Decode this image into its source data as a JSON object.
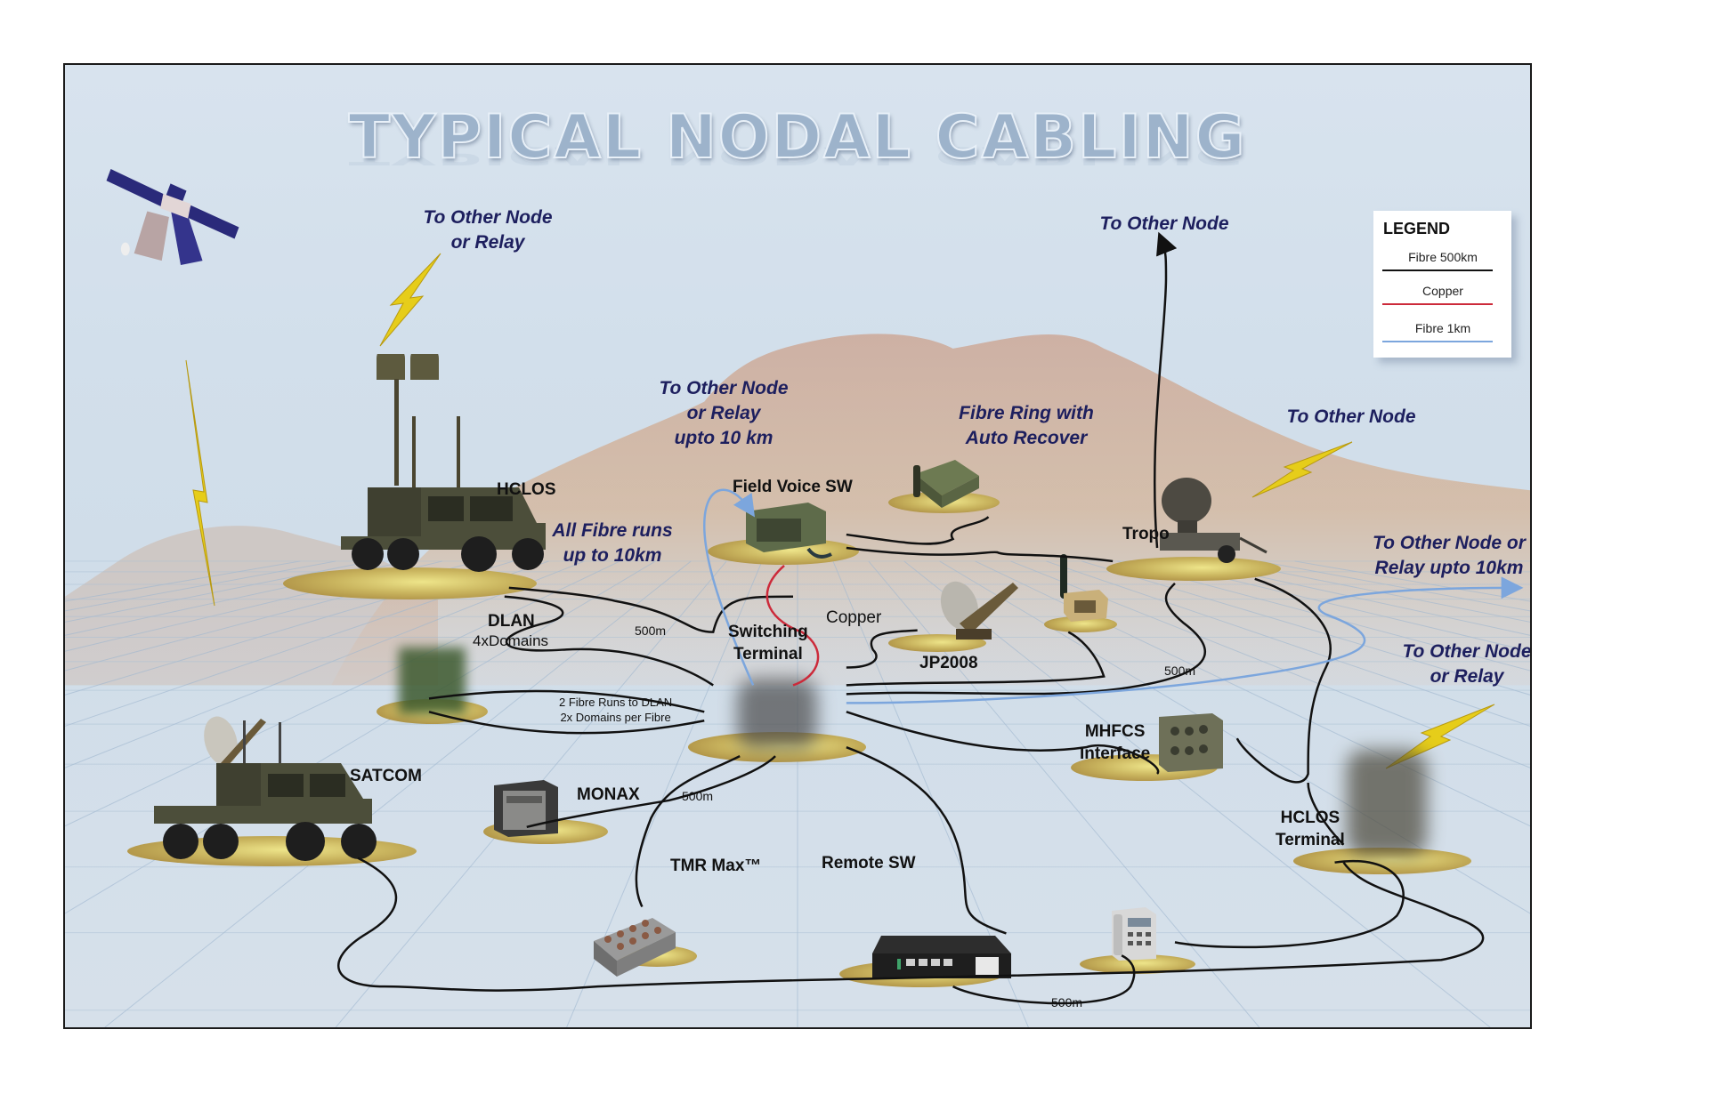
{
  "title": "TYPICAL NODAL CABLING",
  "legend": {
    "title": "LEGEND",
    "items": [
      {
        "label": "Fibre 500km",
        "color": "#111111"
      },
      {
        "label": "Copper",
        "color": "#cc2a3a"
      },
      {
        "label": "Fibre 1km",
        "color": "#7ca6dd"
      }
    ]
  },
  "notes": {
    "relay_top_left": [
      "To Other Node",
      "or Relay"
    ],
    "relay_10km": [
      "To Other Node",
      "or Relay",
      "upto 10 km"
    ],
    "fibre_runs": [
      "All Fibre runs",
      "up to 10km"
    ],
    "fibre_ring": [
      "Fibre Ring with",
      "Auto Recover"
    ],
    "other_node_top": "To Other Node",
    "other_node_right": "To Other Node",
    "relay_right_10km": [
      "To Other Node or",
      "Relay upto 10km"
    ],
    "relay_bottom_right": [
      "To Other Node",
      "or Relay"
    ]
  },
  "nodes": {
    "hclos": "HCLOS",
    "field_voice_sw": "Field Voice SW",
    "tropo": "Tropo",
    "dlan": "DLAN",
    "dlan_sub": "4xDomains",
    "switching_terminal": [
      "Switching",
      "Terminal"
    ],
    "copper": "Copper",
    "jp2008": "JP2008",
    "satcom": "SATCOM",
    "monax": "MONAX",
    "mhfcs": [
      "MHFCS",
      "Interface"
    ],
    "hclos_terminal": [
      "HCLOS",
      "Terminal"
    ],
    "tmr_max": "TMR Max™",
    "remote_sw": "Remote SW"
  },
  "distances": {
    "d1": "500m",
    "d2": "500m",
    "d3": "500m",
    "d4": "500m"
  },
  "dlan_note": [
    "2 Fibre Runs to DLAN",
    "2x Domains per Fibre"
  ],
  "colors": {
    "fibre_500km": "#111111",
    "copper": "#cc2a3a",
    "fibre_1km": "#7ca6dd",
    "note_text": "#1d1f5e",
    "bolt": "#e6cd1a"
  }
}
